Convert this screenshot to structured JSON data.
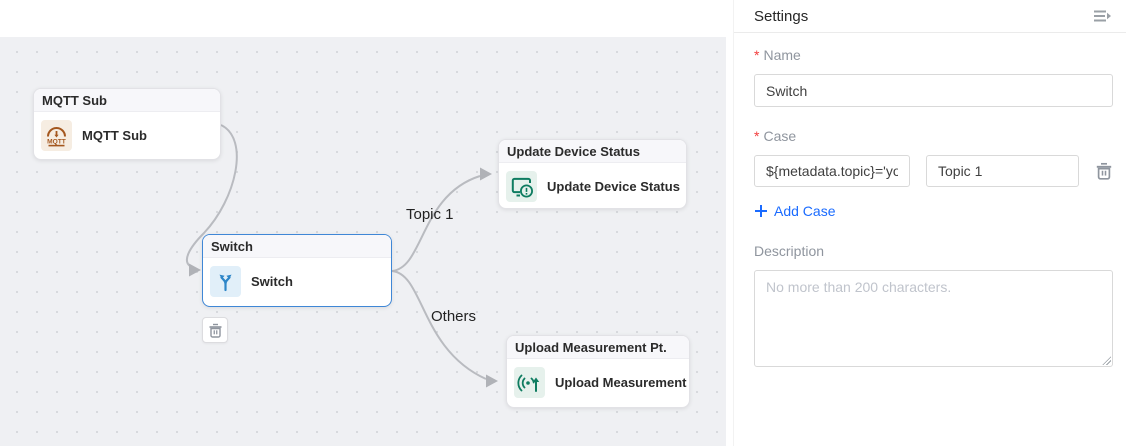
{
  "canvas": {
    "bg": "#eff0f3",
    "dot_color": "#d7d9dd",
    "edge_color": "#b9bbc0",
    "nodes": [
      {
        "id": "mqtt-sub",
        "title": "MQTT Sub",
        "label": "MQTT Sub",
        "icon": "mqtt-icon",
        "accent": "#a4571e",
        "icon_bg": "#f6ede2",
        "selected": false
      },
      {
        "id": "switch",
        "title": "Switch",
        "label": "Switch",
        "icon": "switch-branch-icon",
        "accent": "#2e86c8",
        "icon_bg": "#e1eff9",
        "selected": true
      },
      {
        "id": "update-device-status",
        "title": "Update Device Status",
        "label": "Update Device Status",
        "icon": "device-status-icon",
        "accent": "#0e7c60",
        "icon_bg": "#e6f1ec",
        "selected": false
      },
      {
        "id": "upload-measurement-pt",
        "title": "Upload Measurement Pt.",
        "label": "Upload Measurement Pt.",
        "icon": "upload-measurement-icon",
        "accent": "#0e7c60",
        "icon_bg": "#e6f1ec",
        "selected": false
      }
    ],
    "edges": [
      {
        "from": "mqtt-sub",
        "to": "switch",
        "label": ""
      },
      {
        "from": "switch",
        "to": "update-device-status",
        "label": "Topic 1"
      },
      {
        "from": "switch",
        "to": "upload-measurement-pt",
        "label": "Others"
      }
    ]
  },
  "panel": {
    "title": "Settings",
    "required_marker": "*",
    "accent_blue": "#1a6bff",
    "required_red": "#f23c3c",
    "name_field": {
      "label": "Name",
      "value": "Switch"
    },
    "case_field": {
      "label": "Case",
      "condition": "${metadata.topic}='yo",
      "case_name": "Topic 1"
    },
    "add_case": {
      "label": "Add Case"
    },
    "description_field": {
      "label": "Description",
      "value": "",
      "placeholder": "No more than 200 characters."
    }
  }
}
